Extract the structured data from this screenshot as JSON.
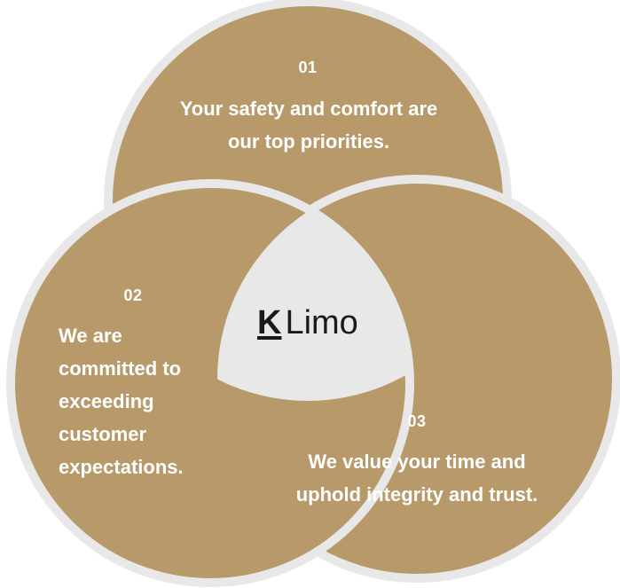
{
  "colors": {
    "fill": "#b7996a",
    "ring": "#e9e8e8",
    "center": "#e9e8e8",
    "text": "#ffffff",
    "logo": "#1a1a1a"
  },
  "circles": [
    {
      "number": "01",
      "lines": [
        "Your safety and comfort are",
        "our top priorities."
      ]
    },
    {
      "number": "02",
      "lines": [
        "We are",
        "committed to",
        "exceeding",
        "customer",
        "expectations."
      ]
    },
    {
      "number": "03",
      "lines": [
        "We value your time and",
        "uphold integrity and trust."
      ]
    }
  ],
  "logo": {
    "mark": "K",
    "word": "Limo"
  }
}
